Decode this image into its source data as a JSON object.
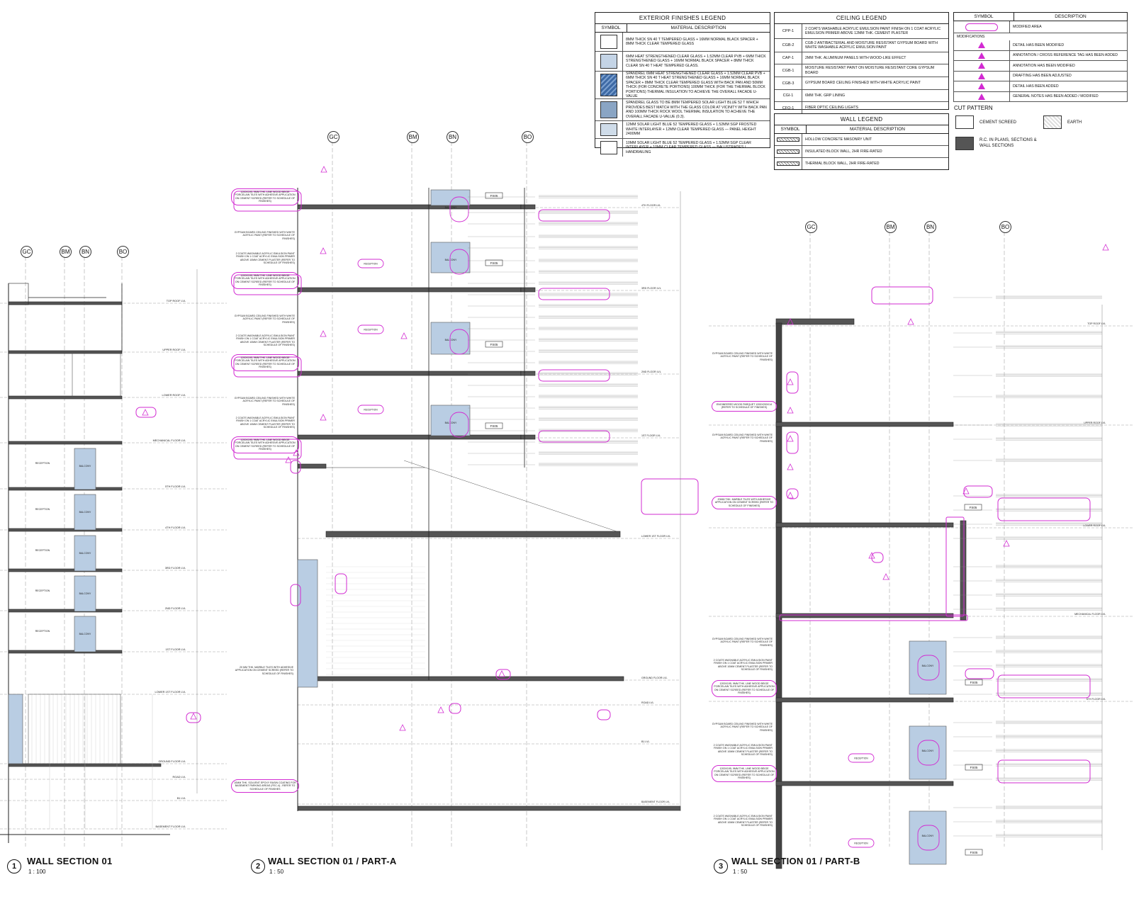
{
  "exterior_legend": {
    "title": "EXTERIOR FINISHES LEGEND",
    "col_symbol": "SYMBOL",
    "col_desc": "MATERIAL DESCRIPTION",
    "rows": [
      {
        "fill": "#ffffff",
        "text": "8MM THICK SN 40 T TEMPERED GLASS + 16MM NORMAL BLACK SPACER + 8MM THICK CLEAR TEMPERED GLASS"
      },
      {
        "fill": "#c4d4e6",
        "text": "6MM HEAT STRENGTHENED CLEAR GLASS + 1.52MM CLEAR PVB + 6MM THICK STRENGTHENED GLASS + 16MM NORMAL BLACK SPACER + 8MM THICK CLEAR SN 40 T HEAT TEMPERED GLASS."
      },
      {
        "fill": "#5f86b8",
        "text": "SPANDREL 6MM HEAT STRENGTHENED CLEAR GLASS + 1.52MM CLEAR PVB + 6MM THICK SN 40 T HEAT STRENGTHENED GLASS + 16MM NORMAL BLACK SPACER + 8MM THICK CLEAR TEMPERED GLASS WITH BACK PAN AND 50MM THICK (FOR CONCRETE PORTIONS) 100MM THICK (FOR THE THERMAL BLOCK PORTIONS) THERMAL INSULATION TO ACHIEVE THE OVERALL FACADE U-VALUE"
      },
      {
        "fill": "#8aa5c4",
        "text": "SPANDREL GLASS TO BE 8MM TEMPERED SOLAR LIGHT BLUE 52 T WHICH PROVIDES BEST MATCH WITH THE GLASS COLOR AT VICINITY WITH BACK PAN AND 100MM THICK ROCK WOOL THERMAL INSULATION TO ACHIEVE THE OVERALL FACADE U-VALUE (0.3)."
      },
      {
        "fill": "#cfdce9",
        "text": "12MM SOLAR LIGHT BLUE 52 TEMPERED GLASS + 1.52MM SGP FROSTED WHITE INTERLAYER + 12MM CLEAR TEMPERED GLASS — PANEL HEIGHT 2400MM"
      },
      {
        "fill": "#ffffff",
        "text": "10MM SOLAR LIGHT BLUE 52 TEMPERED GLASS + 1.52MM SGP CLEAR INTERLAYER + 10MM CLEAR TEMPERED GLASS — BALUSTRADES / HANDRAILING"
      }
    ]
  },
  "ceiling_legend": {
    "title": "CEILING LEGEND",
    "rows": [
      {
        "code": "CPP-1",
        "text": "2 COATS WASHABLE ACRYLIC EMULSION PAINT FINISH ON 1 COAT ACRYLIC EMULSION PRIMER ABOVE 12MM THK. CEMENT PLASTER"
      },
      {
        "code": "CGB-2",
        "text": "CGB-2 ANTIBACTERIAL AND MOISTURE RESISTANT GYPSUM BOARD WITH WHITE WASHABLE ACRYLIC EMULSION PAINT"
      },
      {
        "code": "CAP-1",
        "text": "2MM THK. ALUMINUM PANELS WITH WOOD-LIKE EFFECT"
      },
      {
        "code": "CGB-1",
        "text": "MOISTURE RESISTANT PAINT ON MOISTURE RESISTANT CORE GYPSUM BOARD"
      },
      {
        "code": "CGB-3",
        "text": "GYPSUM BOARD CEILING FINISHED WITH WHITE ACRYLIC PAINT"
      },
      {
        "code": "CGI-1",
        "text": "6MM THK. GRP LINING"
      },
      {
        "code": "CFO-1",
        "text": "FIBER OPTIC CEILING LIGHTS"
      }
    ]
  },
  "wall_legend": {
    "title": "WALL LEGEND",
    "col_symbol": "SYMBOL",
    "col_desc": "MATERIAL DESCRIPTION",
    "rows": [
      {
        "text": "HOLLOW CONCRETE MASONRY UNIT"
      },
      {
        "text": "INSULATED BLOCK WALL, 2HR FIRE-RATED"
      },
      {
        "text": "THERMAL BLOCK WALL, 2HR FIRE-RATED"
      }
    ]
  },
  "revision_legend": {
    "col_symbol": "SYMBOL",
    "col_desc": "DESCRIPTION",
    "modified_area": "MODIFIED AREA",
    "modifications_label": "MODIFICATIONS",
    "rows": [
      "DETAIL HAS BEEN MODIFIED",
      "ANNOTATION / CROSS REFERENCE TAG HAS BEEN ADDED",
      "ANNOTATION HAS BEEN MODIFIED",
      "DRAFTING HAS BEEN ADJUSTED",
      "DETAIL HAS BEEN ADDED",
      "GENERAL NOTES HAS BEEN ADDED / MODIFIED"
    ]
  },
  "cut_pattern": {
    "title": "CUT PATTERN",
    "items": [
      {
        "label": "CEMENT SCREED",
        "fill": "#ffffff"
      },
      {
        "label": "EARTH",
        "fill": "#e9e9e9"
      },
      {
        "label": "R.C. IN PLANS, SECTIONS & WALL SECTIONS",
        "fill": "#555555"
      }
    ]
  },
  "grid_tags": {
    "section1": [
      "GC",
      "BM",
      "BN",
      "BO"
    ],
    "section2": [
      "GC",
      "BM",
      "BN",
      "BO"
    ],
    "section3": [
      "GC",
      "BM",
      "BN",
      "BO"
    ]
  },
  "titles": [
    {
      "num": "1",
      "name": "WALL SECTION 01",
      "scale": "1 : 100"
    },
    {
      "num": "2",
      "name": "WALL SECTION 01  / PART-A",
      "scale": "1 : 50"
    },
    {
      "num": "3",
      "name": "WALL SECTION 01  / PART-B",
      "scale": "1 : 50"
    }
  ],
  "section1_levels": [
    "TOP ROOF LVL",
    "UPPER ROOF LVL",
    "LOWER ROOF LVL",
    "MECHANICAL FLOOR LVL",
    "5TH FLOOR LVL",
    "4TH FLOOR LVL",
    "3RD FLOOR LVL",
    "2ND FLOOR LVL",
    "1ST FLOOR LVL",
    "LOWER 1ST FLOOR LVL",
    "GROUND FLOOR LVL",
    "ROAD LVL",
    "B1 LVL",
    "BASEMENT FLOOR LVL"
  ],
  "section1_rooms": [
    "RECEPTION",
    "RECEPTION",
    "RECEPTION",
    "RECEPTION",
    "RECEPTION",
    "RECEPTION"
  ],
  "section2_levels": [
    "4TH FLOOR LVL",
    "3RD FLOOR LVL",
    "2ND FLOOR LVL",
    "1ST FLOOR LVL",
    "LOWER 1ST FLOOR LVL",
    "GROUND FLOOR LVL",
    "ROAD LVL",
    "B1 LVL",
    "BASEMENT FLOOR LVL"
  ],
  "section2_notes": [
    "1200X195, 9MM THK. LINE WOOD BEIGE PORCELAIN TILES WITH ADHESIVE APPLICATION ON CEMENT SCREED (REFER TO SCHEDULE OF FINISHES)",
    "GYPSUM BOARD CEILING FINISHED WITH WHITE ACRYLIC PAINT (REFER TO SCHEDULE OF FINISHES)",
    "2 COATS WASHABLE ACRYLIC EMULSION PAINT FINISH ON 1 COAT ACRYLIC EMULSION PRIMER ABOVE 10MM CEMENT PLASTER (REFER TO SCHEDULE OF FINISHES)",
    "20 MM THK. MARBLE TILES WITH ADHESIVE APPLICATION ON CEMENT SCREED (REFER TO SCHEDULE OF FINISHES)",
    "10MM THK. SOLVENT EPOXY RASIN COATING FOR BASEMENT PARKING AREAS (FEC-4) - REFER TO SCHEDULE OF FINISHES"
  ],
  "section3_levels": [
    "TOP ROOF LVL",
    "UPPER ROOF LVL",
    "LOWER ROOF LVL",
    "MECHANICAL FLOOR LVL",
    "5TH FLOOR LVL"
  ],
  "section3_notes": [
    "ENGINEERED WOOD PARQUET 1200X200X14 (REFER TO SCHEDULE OF FINISHES)",
    "GYPSUM BOARD CEILING FINISHED WITH WHITE ACRYLIC PAINT (REFER TO SCHEDULE OF FINISHES)",
    "20MM THK. MARBLE TILES WITH ADHESIVE APPLICATION ON CEMENT SCREED (REFER TO SCHEDULE OF FINISHES)",
    "2 COATS WASHABLE ACRYLIC EMULSION PAINT FINISH ON 1 COAT ACRYLIC EMULSION PRIMER ABOVE 10MM CEMENT PLASTER (REFER TO SCHEDULE OF FINISHES)",
    "1200X195, 9MM THK. LINE WOOD BEIGE PORCELAIN TILES WITH ADHESIVE APPLICATION ON CEMENT SCREED (REFER TO SCHEDULE OF FINISHES)"
  ],
  "tags": {
    "fs05": "FS05",
    "balcony": "BALCONY",
    "reception": "RECEPTION"
  },
  "colors": {
    "revision": "#d22bd2",
    "glass": "#b9cde3",
    "concrete": "#555555"
  }
}
